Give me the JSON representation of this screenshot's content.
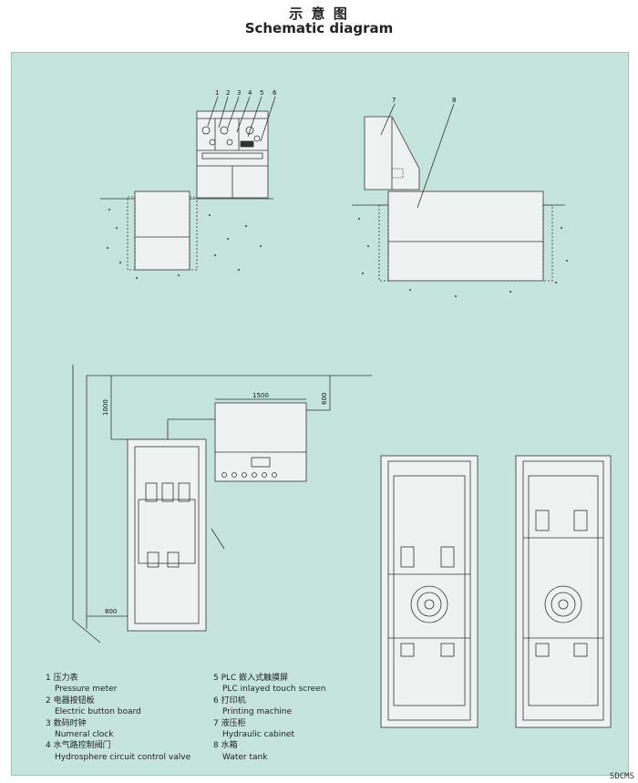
{
  "header": {
    "title_cn": "示 意 图",
    "title_en": "Schematic diagram"
  },
  "callouts": [
    "1",
    "2",
    "3",
    "4",
    "5",
    "6",
    "7",
    "8"
  ],
  "dimensions": {
    "width_top": "1500",
    "right_offset": "600",
    "left_offset": "1000",
    "bottom_offset": "800"
  },
  "legend_left": [
    {
      "cn": "1 压力表",
      "en": "Pressure meter"
    },
    {
      "cn": "2 电器按钮板",
      "en": "Electric button board"
    },
    {
      "cn": "3 数码时钟",
      "en": "Numeral clock"
    },
    {
      "cn": "4 水气路控制阀门",
      "en": "Hydrosphere circuit control valve"
    }
  ],
  "legend_right": [
    {
      "cn": "5 PLC 嵌入式触摸屏",
      "en": "PLC inlayed touch screen"
    },
    {
      "cn": "6 打印机",
      "en": "Printing machine"
    },
    {
      "cn": "7 液压柜",
      "en": "Hydraulic cabinet"
    },
    {
      "cn": "8 水箱",
      "en": "Water tank"
    }
  ],
  "watermark": "SDCMS",
  "colors": {
    "panel": "#c4e4dc",
    "line": "#333333"
  }
}
